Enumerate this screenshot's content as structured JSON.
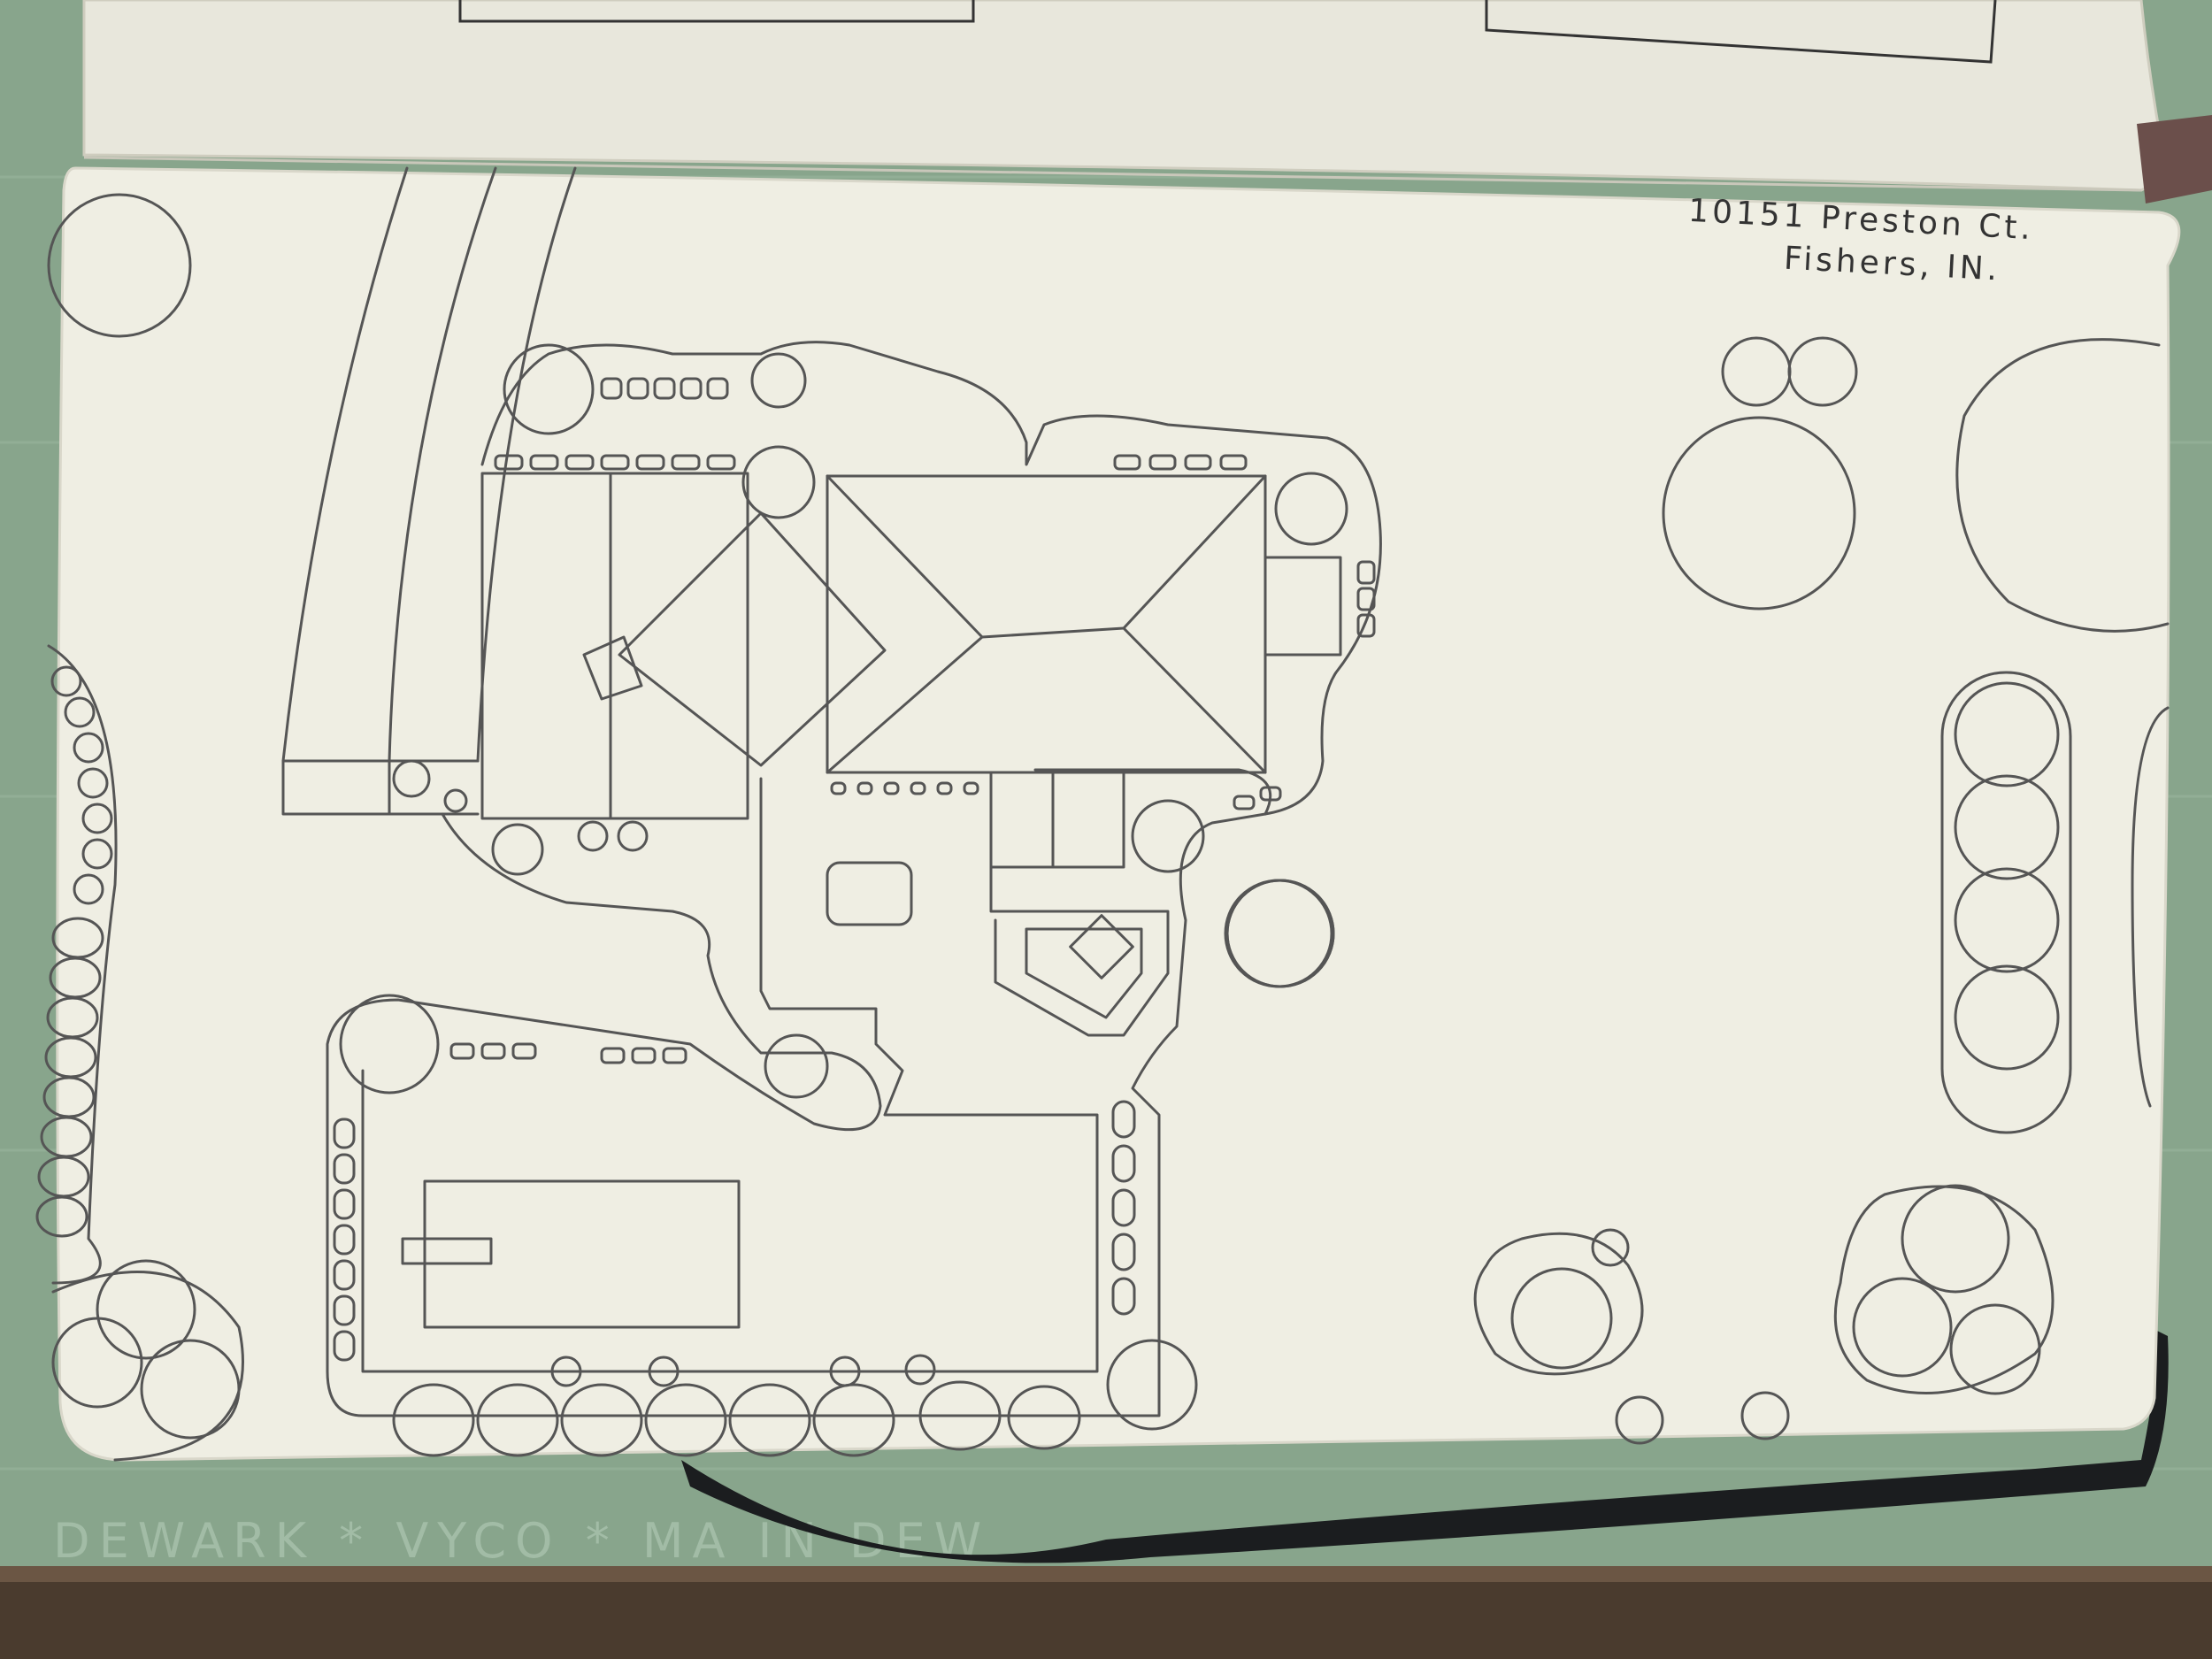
{
  "address": {
    "line1": "10151 Preston Ct.",
    "line2": "Fishers, IN."
  },
  "mat_text": "DEWARK * VYCO * MA   IN DEW",
  "colors": {
    "mat": "#88a58c",
    "paper": "#efeee3",
    "pencil": "#555555",
    "desk": "#4a3b2e",
    "elastic": "#1b1d1f"
  }
}
